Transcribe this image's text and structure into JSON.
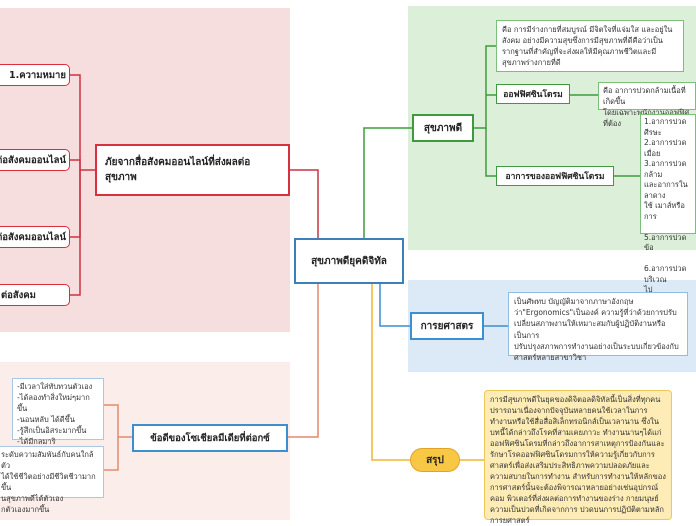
{
  "center": {
    "title": "สุขภาพดียุคดิจิทัล"
  },
  "left": {
    "main": "ภัยจากสื่อสังคมออนไลน์ที่ส่งผลต่อสุขภาพ",
    "items": [
      "1.ความหมาย",
      "ต่อสังคมออนไลน์",
      "ต่อสังคมออนไลน์",
      "ต่อสังคม"
    ]
  },
  "benefits": {
    "main": "ข้อดีของโซเชียลมีเดียที่ต่อกซ์",
    "list": "-มีเวลาใส่ทับทวนตัวเอง\n-ได้ลองทำสิ่งใหม่ๆมากขึ้น\n-นอนหลับ ได้ดีขึ้น\n-รู้สึกเป็นอิสระมากขึ้น\n-ได้มีกลมาริ",
    "list2": "ระดับความสัมพันธ์กับคนใกล้ตัว\nได้ใช้ชีวิตอย่างมีชีวิตชีวามากขึ้น\nนสุขภาพดีได้ตัวเอง\nกตัวเองมากขึ้น"
  },
  "health": {
    "main": "สุขภาพดี",
    "definition": "คือ การมีร่างกายที่สมบูรณ์ มีจิตใจที่แจ่มใส และอยู่ในสังคม อย่างมีความสุขซึ่งการมีสุขภาพที่ดีคือว่าเป็นรากฐานที่สำคัญที่จะส่งผลให้มีคุณภาพชีวิตและมีสุขภาพร่างกายที่ดี",
    "office": {
      "label": "ออฟฟิศซินโดรม",
      "desc": "คือ อาการปวดกล้ามเนื้อที่เกิดขึ้น\nโดยเฉพาะพนักงานออฟฟิศที่ต้อง"
    },
    "symptoms": {
      "label": "อาการของออฟฟิศซินโดรม",
      "list": "1.อาการปวดศีรษะ\n2.อาการปวดเมื่อย\n3.อาการปวดกล้าม\nและอาการในลาดาง\nใช้ เมาส์หรือการ\n\n5.อาการปวดข้อ\n\n6.อาการปวดบริเวณ\nไป"
    }
  },
  "ergonomics": {
    "main": "การยศาสตร",
    "desc": "เป็นศัพทบ บัญญัติมาจากภาษาอังกฤษ\nว่า\"Ergonomics\"เป็นองค์ ความรู้ที่ว่าด้วยการปรับ\nเปลี่ยนสภาพงานให้เหมาะสมกับผู้ปฏิบัติงานหรือเป็นการ\nปรับปรุงสภาพการทำงานอย่างเป็นระบบเกี่ยวข้องกับ\nศาสตร์หลายสาขาวิชา"
  },
  "conclusion": {
    "main": "สรุป",
    "desc": "การมีสุขภาพดีในยุคของดิจิตอลดิจิทัลนี้เป็นสิ่งที่ทุกคนปรารถนาเนื่องจากปัจจุบันหลายคนใช้เวลาในการทำงานหรือใช้สื่อสื่อสิเล็กทรอนิกส์เป็นเวลานาน ซึ่งในบทนี้ได้กล่าวถึงโรคที่สามเคยภาวะ ทำงานนานๆได้แก่ออฟฟิศซินโดรมที่กล่าวถึงอาการสาเหตุการป้องกันและรักษาโรคออฟฟิศซินโดรมการให้ความรู้เกี่ยวกับการศาสตร์เพื่อส่งเสริมประสิทธิภาพความปลอดภัยและความสบายในการทำงาน สำหรับการทำงานให้หลักของการศาสตร์นั้นจะต้องพิจารณาหลายอย่างเช่นอุปกรณ์คอม พิวเตอร์ที่ส่งผลต่อการทำงานของร่าง กายมนุษย์ความเป็นปวดที่เกิดจากการ ปวดบนการปฏิบัติตามหลักการยศาสตร์"
  }
}
